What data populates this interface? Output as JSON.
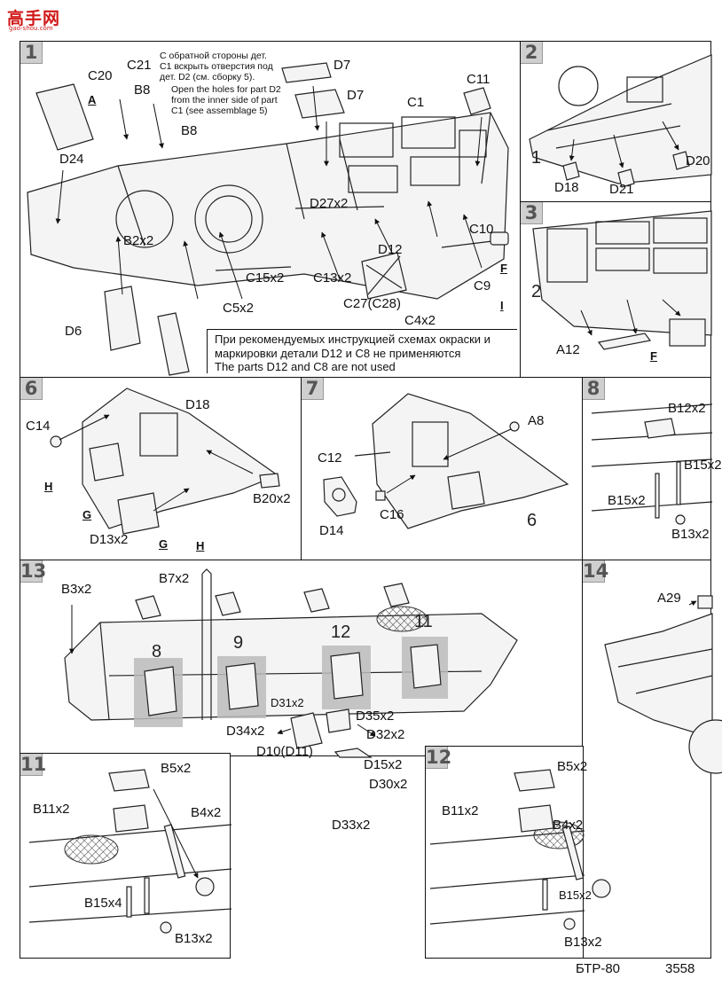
{
  "logo": {
    "main": "高手网",
    "sub": "gao-shou.com"
  },
  "footer": {
    "model": "БТР-80",
    "code": "3558"
  },
  "panels": {
    "p1": {
      "num": "1",
      "labels": [
        "C20",
        "C21",
        "B8",
        "D7",
        "D7",
        "C11",
        "C1",
        "D24",
        "B8",
        "D27x2",
        "C10",
        "B2x2",
        "D12",
        "C15x2",
        "C13x2",
        "C9",
        "C5x2",
        "C27(C28)",
        "C4x2",
        "D6"
      ],
      "markers": [
        "A",
        "F",
        "I"
      ],
      "note_ru": [
        "С обратной стороны дет.",
        "С1 вскрыть отверстия под",
        "дет. D2 (см. сборку 5)."
      ],
      "note_en": [
        "Open the holes for part D2",
        "from the inner side of part",
        "C1 (see assemblage 5)"
      ],
      "notice": [
        "При рекомендуемых инструкцией схемах окраски и",
        "маркировки детали D12 и C8 не применяются",
        "The parts D12 and C8 are not used"
      ]
    },
    "p2": {
      "num": "2",
      "labels": [
        "D18",
        "D21",
        "D20"
      ],
      "sub": "1"
    },
    "p3": {
      "num": "3",
      "labels": [
        "A12"
      ],
      "markers": [
        "F"
      ],
      "sub": "2"
    },
    "p6": {
      "num": "6",
      "labels": [
        "D18",
        "C14",
        "B20x2",
        "D13x2"
      ],
      "markers": [
        "H",
        "G",
        "G",
        "H"
      ]
    },
    "p7": {
      "num": "7",
      "labels": [
        "A8",
        "C12",
        "C16",
        "D14"
      ],
      "sub": "6"
    },
    "p8": {
      "num": "8",
      "labels": [
        "B12x2",
        "B15x2",
        "B15x2",
        "B13x2"
      ]
    },
    "p13": {
      "num": "13",
      "labels": [
        "B3x2",
        "B7x2",
        "D31x2",
        "D35x2",
        "D34x2",
        "D32x2",
        "D10(D11)",
        "D15x2",
        "D30x2",
        "D33x2"
      ],
      "subs": [
        "8",
        "9",
        "12",
        "11"
      ]
    },
    "p14": {
      "num": "14",
      "labels": [
        "A29"
      ]
    },
    "p11": {
      "num": "11",
      "labels": [
        "B5x2",
        "B11x2",
        "B4x2",
        "B15x4",
        "B13x2"
      ]
    },
    "p12": {
      "num": "12",
      "labels": [
        "B5x2",
        "B11x2",
        "B4x2",
        "B15x2",
        "B13x2"
      ]
    }
  },
  "colors": {
    "logo": "#d01818",
    "panel_number_bg": "#cfcfcf",
    "shade": "#bbbbbb"
  }
}
